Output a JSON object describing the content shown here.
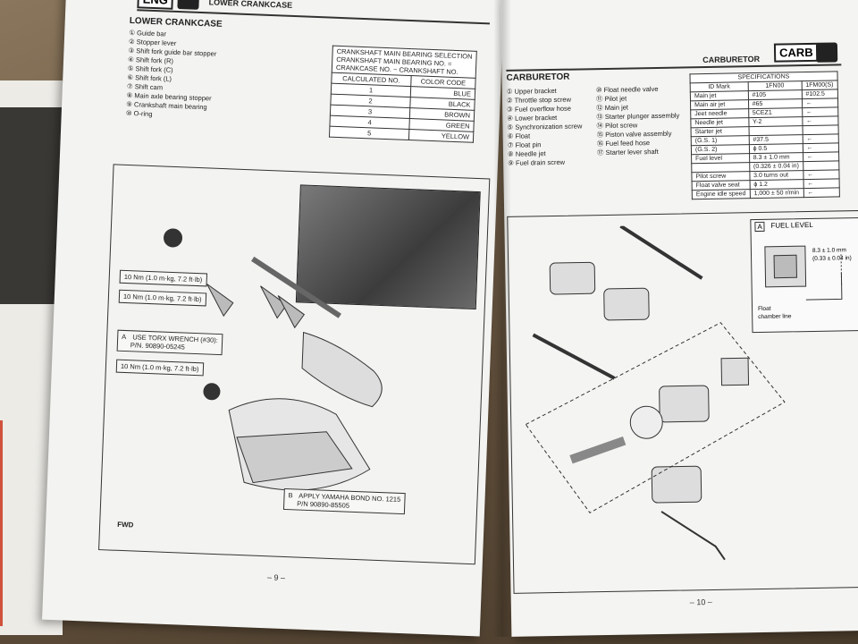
{
  "left_page": {
    "section_tag": "ENG",
    "header_title": "LOWER CRANKCASE",
    "section_title": "LOWER CRANKCASE",
    "parts": [
      "① Guide bar",
      "② Stopper lever",
      "③ Shift fork guide bar stopper",
      "④ Shift fork (R)",
      "⑤ Shift fork (C)",
      "⑥ Shift fork (L)",
      "⑦ Shift cam",
      "⑧ Main axle bearing stopper",
      "⑨ Crankshaft main bearing",
      "⑩ O-ring"
    ],
    "table": {
      "title_lines": [
        "CRANKSHAFT MAIN BEARING SELECTION",
        "CRANKSHAFT MAIN BEARING NO. =",
        "CRANKCASE NO. − CRANKSHAFT NO."
      ],
      "headers": [
        "CALCULATED NO.",
        "COLOR CODE"
      ],
      "rows": [
        [
          "1",
          "BLUE"
        ],
        [
          "2",
          "BLACK"
        ],
        [
          "3",
          "BROWN"
        ],
        [
          "4",
          "GREEN"
        ],
        [
          "5",
          "YELLOW"
        ]
      ]
    },
    "notes": {
      "torque1": "10 Nm (1.0 m·kg, 7.2 ft·lb)",
      "torque2": "10 Nm (1.0 m·kg, 7.2 ft·lb)",
      "torque3": "10 Nm (1.0 m·kg, 7.2 ft·lb)",
      "a_letter": "A",
      "a_line1": "USE TORX WRENCH (#30):",
      "a_line2": "P/N. 90890-05245",
      "b_letter": "B",
      "b_line1": "APPLY YAMAHA BOND NO. 1215",
      "b_line2": "P/N 90890-85505"
    },
    "page_number": "– 9 –"
  },
  "right_page": {
    "section_tag": "CARB",
    "header_title": "CARBURETOR",
    "section_title": "CARBURETOR",
    "parts_col1": [
      "① Upper bracket",
      "② Throttle stop screw",
      "③ Fuel overflow hose",
      "④ Lower bracket",
      "⑤ Synchronization screw",
      "⑥ Float",
      "⑦ Float pin",
      "⑧ Needle jet",
      "⑨ Fuel drain screw"
    ],
    "parts_col2": [
      "⑩ Float needle valve",
      "⑪ Pilot jet",
      "⑫ Main jet",
      "⑬ Starter plunger assembly",
      "⑭ Pilot screw",
      "⑮ Piston valve assembly",
      "⑯ Fuel feed hose",
      "⑰ Starter lever shaft"
    ],
    "specs": {
      "title": "SPECIFICATIONS",
      "headers": [
        "ID Mark",
        "1FN00",
        "1FM00(S)"
      ],
      "rows": [
        [
          "Main jet",
          "#105",
          "#102.5"
        ],
        [
          "Main air jet",
          "#65",
          "←"
        ],
        [
          "Jeet needle",
          "5CEZ1",
          "←"
        ],
        [
          "Needle jet",
          "Y-2",
          "←"
        ],
        [
          "Starter jet",
          "",
          ""
        ],
        [
          "(G.S. 1)",
          "#37.5",
          "←"
        ],
        [
          "(G.S. 2)",
          "ϕ 0.5",
          "←"
        ],
        [
          "Fuel level",
          "8.3 ± 1.0 mm",
          "←"
        ],
        [
          "",
          "(0.326 ± 0.04 in)",
          ""
        ],
        [
          "Pilot screw",
          "3.0 turns out",
          "←"
        ],
        [
          "Float valve seat",
          "ϕ 1.2",
          "←"
        ],
        [
          "Engine idle speed",
          "1,000 ± 50 r/min",
          "←"
        ]
      ]
    },
    "fuel_level": {
      "letter": "A",
      "label": "FUEL LEVEL",
      "dim1": "8.3 ± 1.0 mm",
      "dim2": "(0.33 ± 0.04 in)",
      "float_label1": "Float",
      "float_label2": "chamber line"
    },
    "page_number": "– 10 –"
  },
  "fwd_label": "FWD"
}
